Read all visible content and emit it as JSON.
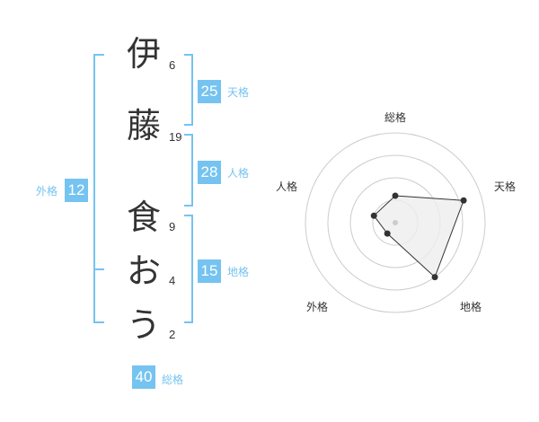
{
  "colors": {
    "accent": "#75C3F0",
    "bracket": "#75C3F0",
    "text": "#333333"
  },
  "name": {
    "characters": [
      {
        "char": "伊",
        "strokes": "6"
      },
      {
        "char": "藤",
        "strokes": "19"
      },
      {
        "char": "食",
        "strokes": "9"
      },
      {
        "char": "お",
        "strokes": "4"
      },
      {
        "char": "う",
        "strokes": "2"
      }
    ]
  },
  "scores": {
    "tenkaku": {
      "value": "25",
      "label": "天格"
    },
    "jinkaku": {
      "value": "28",
      "label": "人格"
    },
    "chikaku": {
      "value": "15",
      "label": "地格"
    },
    "gaikaku": {
      "value": "12",
      "label": "外格"
    },
    "soukaku": {
      "value": "40",
      "label": "総格"
    }
  },
  "radar": {
    "axes": [
      "総格",
      "天格",
      "地格",
      "外格",
      "人格"
    ],
    "values": [
      0.3,
      0.8,
      0.75,
      0.15,
      0.25
    ],
    "rings": 4
  }
}
